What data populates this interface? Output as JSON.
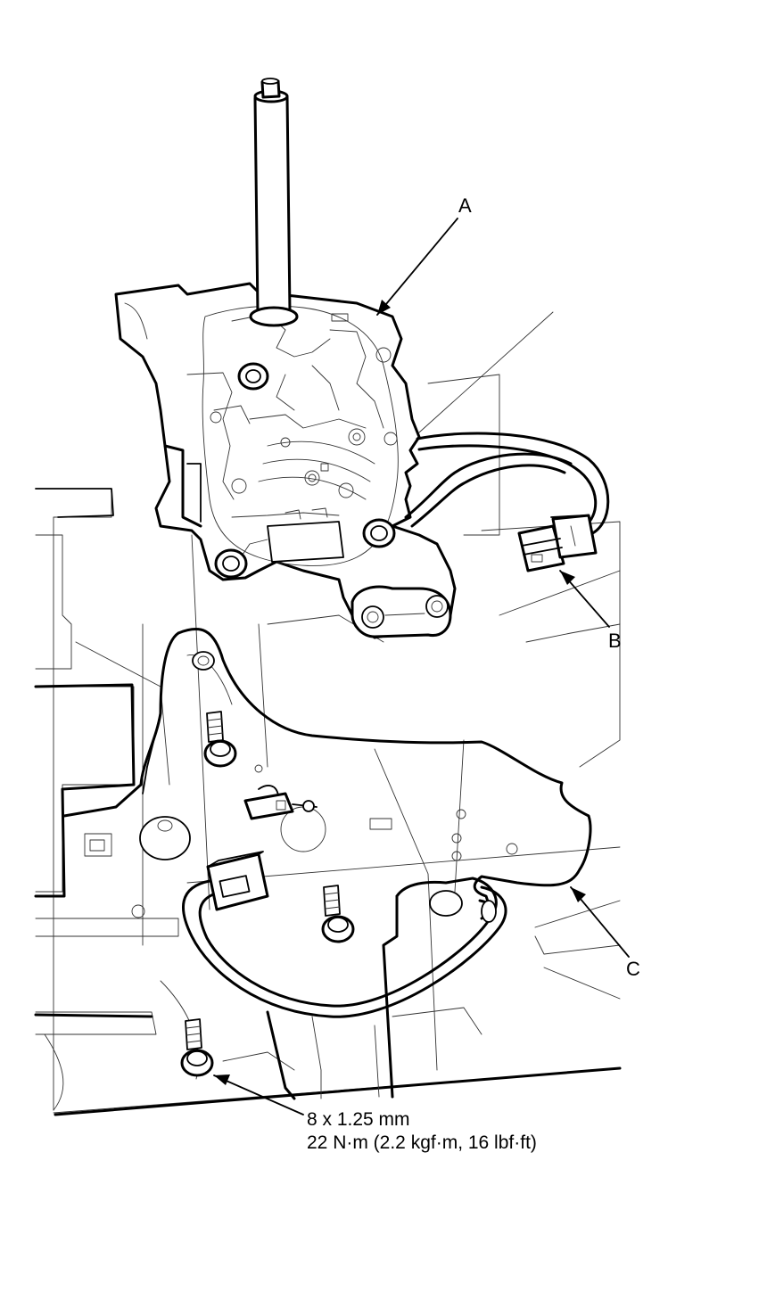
{
  "callouts": {
    "a": "A",
    "b": "B",
    "c": "C"
  },
  "bolt_spec": {
    "size": "8 x 1.25 mm",
    "torque": "22 N·m (2.2 kgf·m, 16 lbf·ft)"
  }
}
